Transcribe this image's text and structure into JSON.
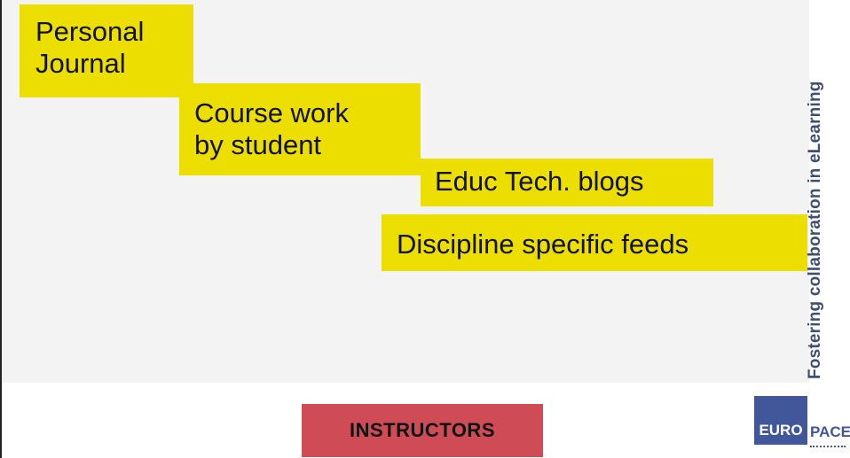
{
  "boxes": [
    {
      "line1": "Personal",
      "line2": "Journal"
    },
    {
      "line1": "Course work",
      "line2": "by student"
    },
    {
      "text": "Educ Tech. blogs"
    },
    {
      "text": "Discipline specific feeds"
    }
  ],
  "sidebar_text": "Fostering collaboration in eLearning",
  "instructors_label": "INSTRUCTORS",
  "logo": {
    "part1": "EURO",
    "part2": "PACE"
  },
  "colors": {
    "box": "#ecdf00",
    "label": "#cf4b55",
    "brand": "#41579a"
  }
}
